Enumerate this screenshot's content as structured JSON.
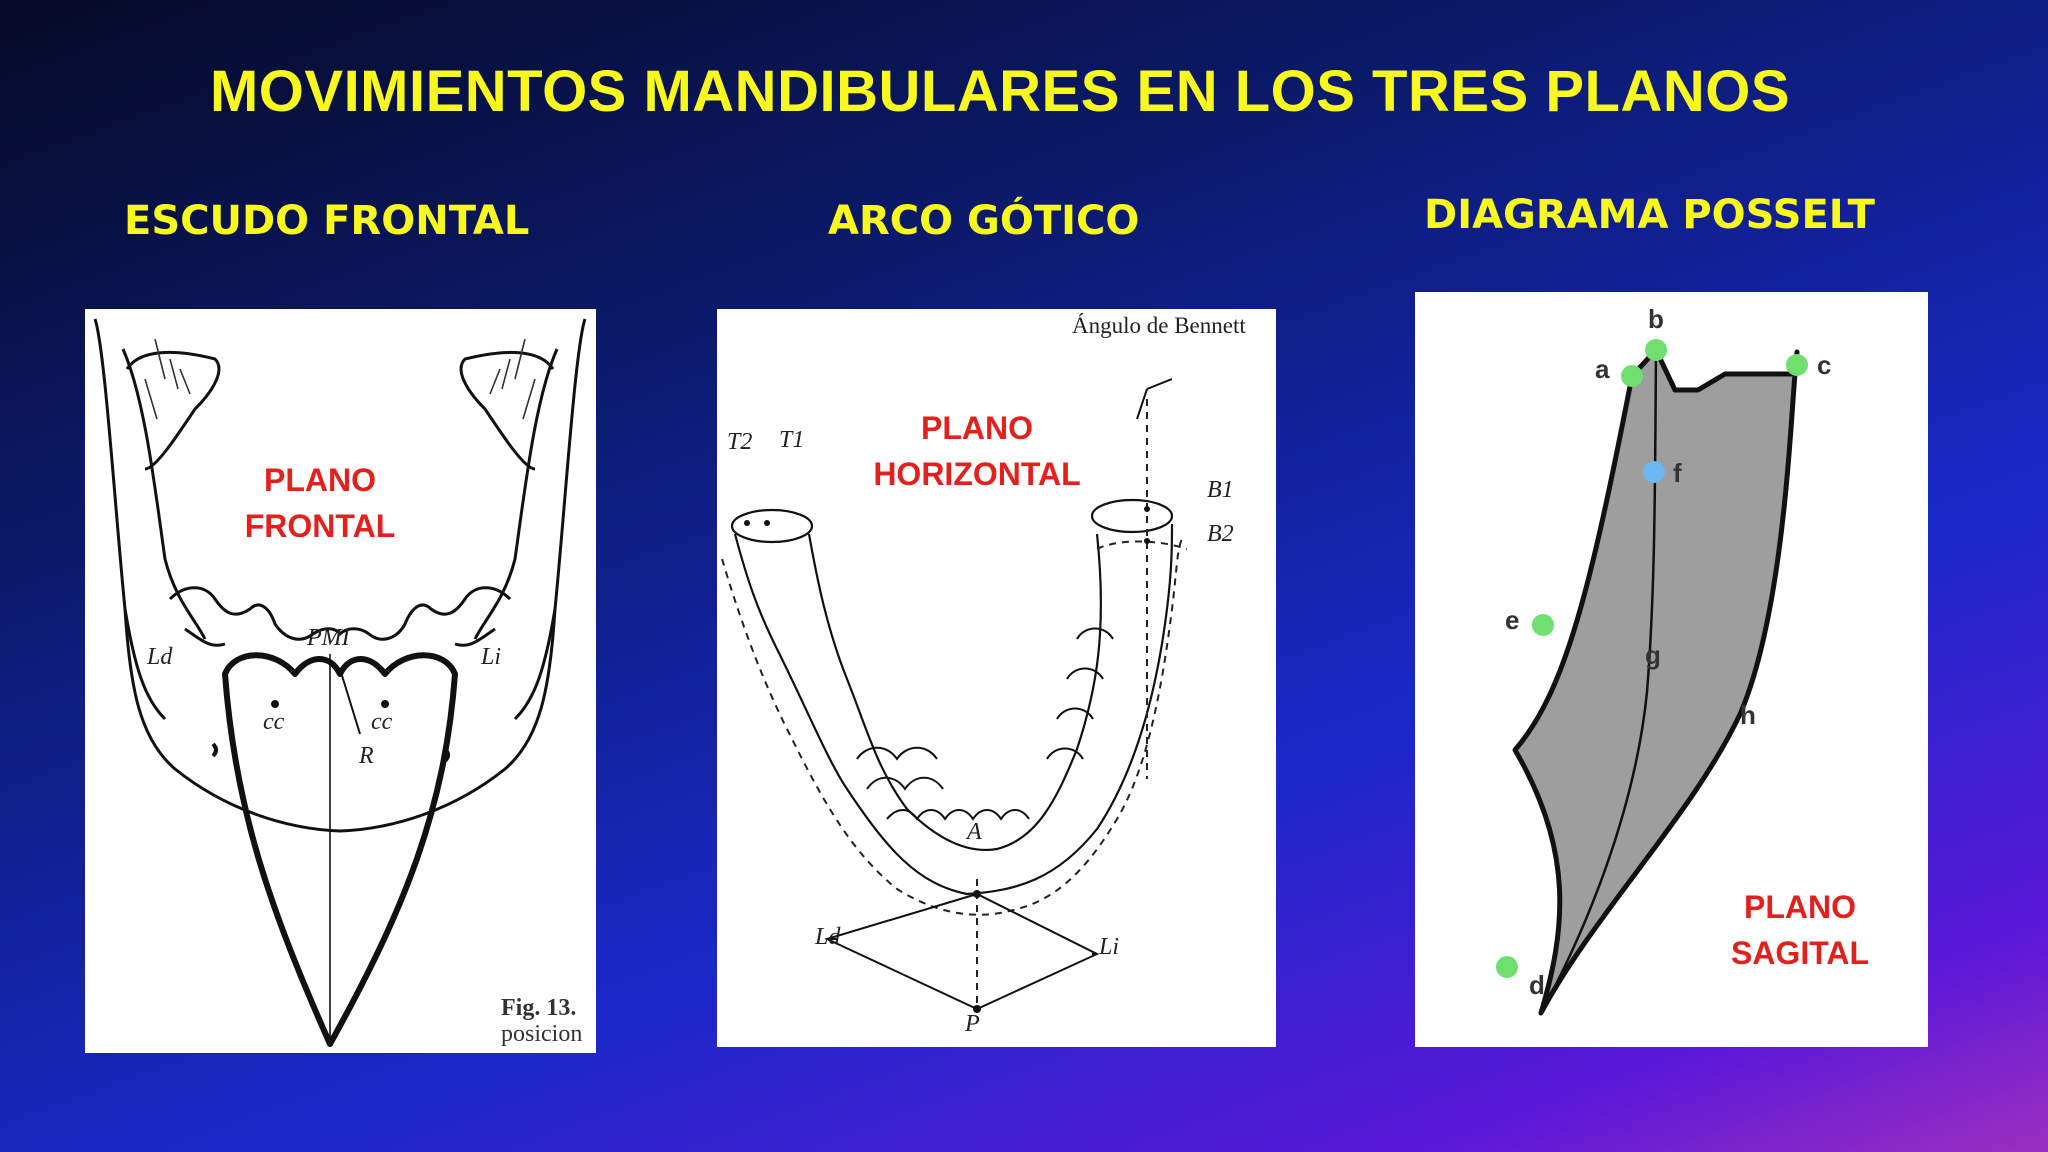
{
  "slide": {
    "title": "MOVIMIENTOS MANDIBULARES EN LOS TRES PLANOS",
    "title_color": "#f8f81c",
    "label_color": "#e3201c"
  },
  "frontal": {
    "heading": "ESCUDO FRONTAL",
    "plane_line1": "PLANO",
    "plane_line2": "FRONTAL",
    "labels": {
      "ld": "Ld",
      "li": "Li",
      "pmi": "PMI",
      "cc_left": "cc",
      "cc_right": "cc",
      "r": "R"
    },
    "caption_line1": "Fig. 13.",
    "caption_line2": "posicion"
  },
  "horizontal": {
    "heading": "ARCO GÓTICO",
    "plane_line1": "PLANO",
    "plane_line2": "HORIZONTAL",
    "labels": {
      "bennett": "Ángulo de Bennett",
      "t2": "T2",
      "t1": "T1",
      "b1": "B1",
      "b2": "B2",
      "a": "A",
      "ld": "Ld",
      "li": "Li",
      "p": "P"
    }
  },
  "sagittal": {
    "heading": "DIAGRAMA POSSELT",
    "plane_line1": "PLANO",
    "plane_line2": "SAGITAL",
    "points": {
      "a": "a",
      "b": "b",
      "c": "c",
      "d": "d",
      "e": "e",
      "f": "f",
      "g": "g",
      "h": "h"
    },
    "point_color": "#6fe06f",
    "f_point_color": "#6cb8f0",
    "fill_color": "#9e9e9e"
  }
}
